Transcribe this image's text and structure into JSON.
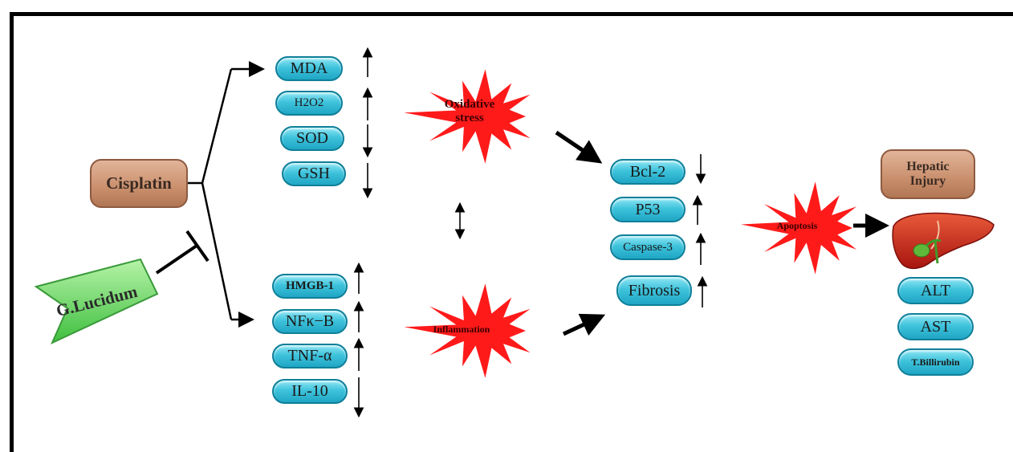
{
  "inducer": "Cisplatin",
  "protector": "G.Lucidum",
  "oxidative_markers": [
    "MDA",
    "H2O2",
    "SOD",
    "GSH"
  ],
  "inflammation_markers": [
    "HMGB-1",
    "NFκ−B",
    "TNF-α",
    "IL-10"
  ],
  "processes": {
    "oxidative": "Oxidative stress",
    "inflammation": "Inflammation",
    "apoptosis": "Apoptosis"
  },
  "apoptosis_markers": [
    "Bcl-2",
    "P53",
    "Caspase-3",
    "Fibrosis"
  ],
  "outcome": "Hepatic Injury",
  "liver_markers": [
    "ALT",
    "AST",
    "T.Billirubin"
  ],
  "colors": {
    "pill": "#3fc3dc",
    "star": "#ff1a1a",
    "brown_box": "#c98f6c",
    "green_box": "#6fd86f"
  },
  "icons": {
    "liver": "liver-icon"
  }
}
